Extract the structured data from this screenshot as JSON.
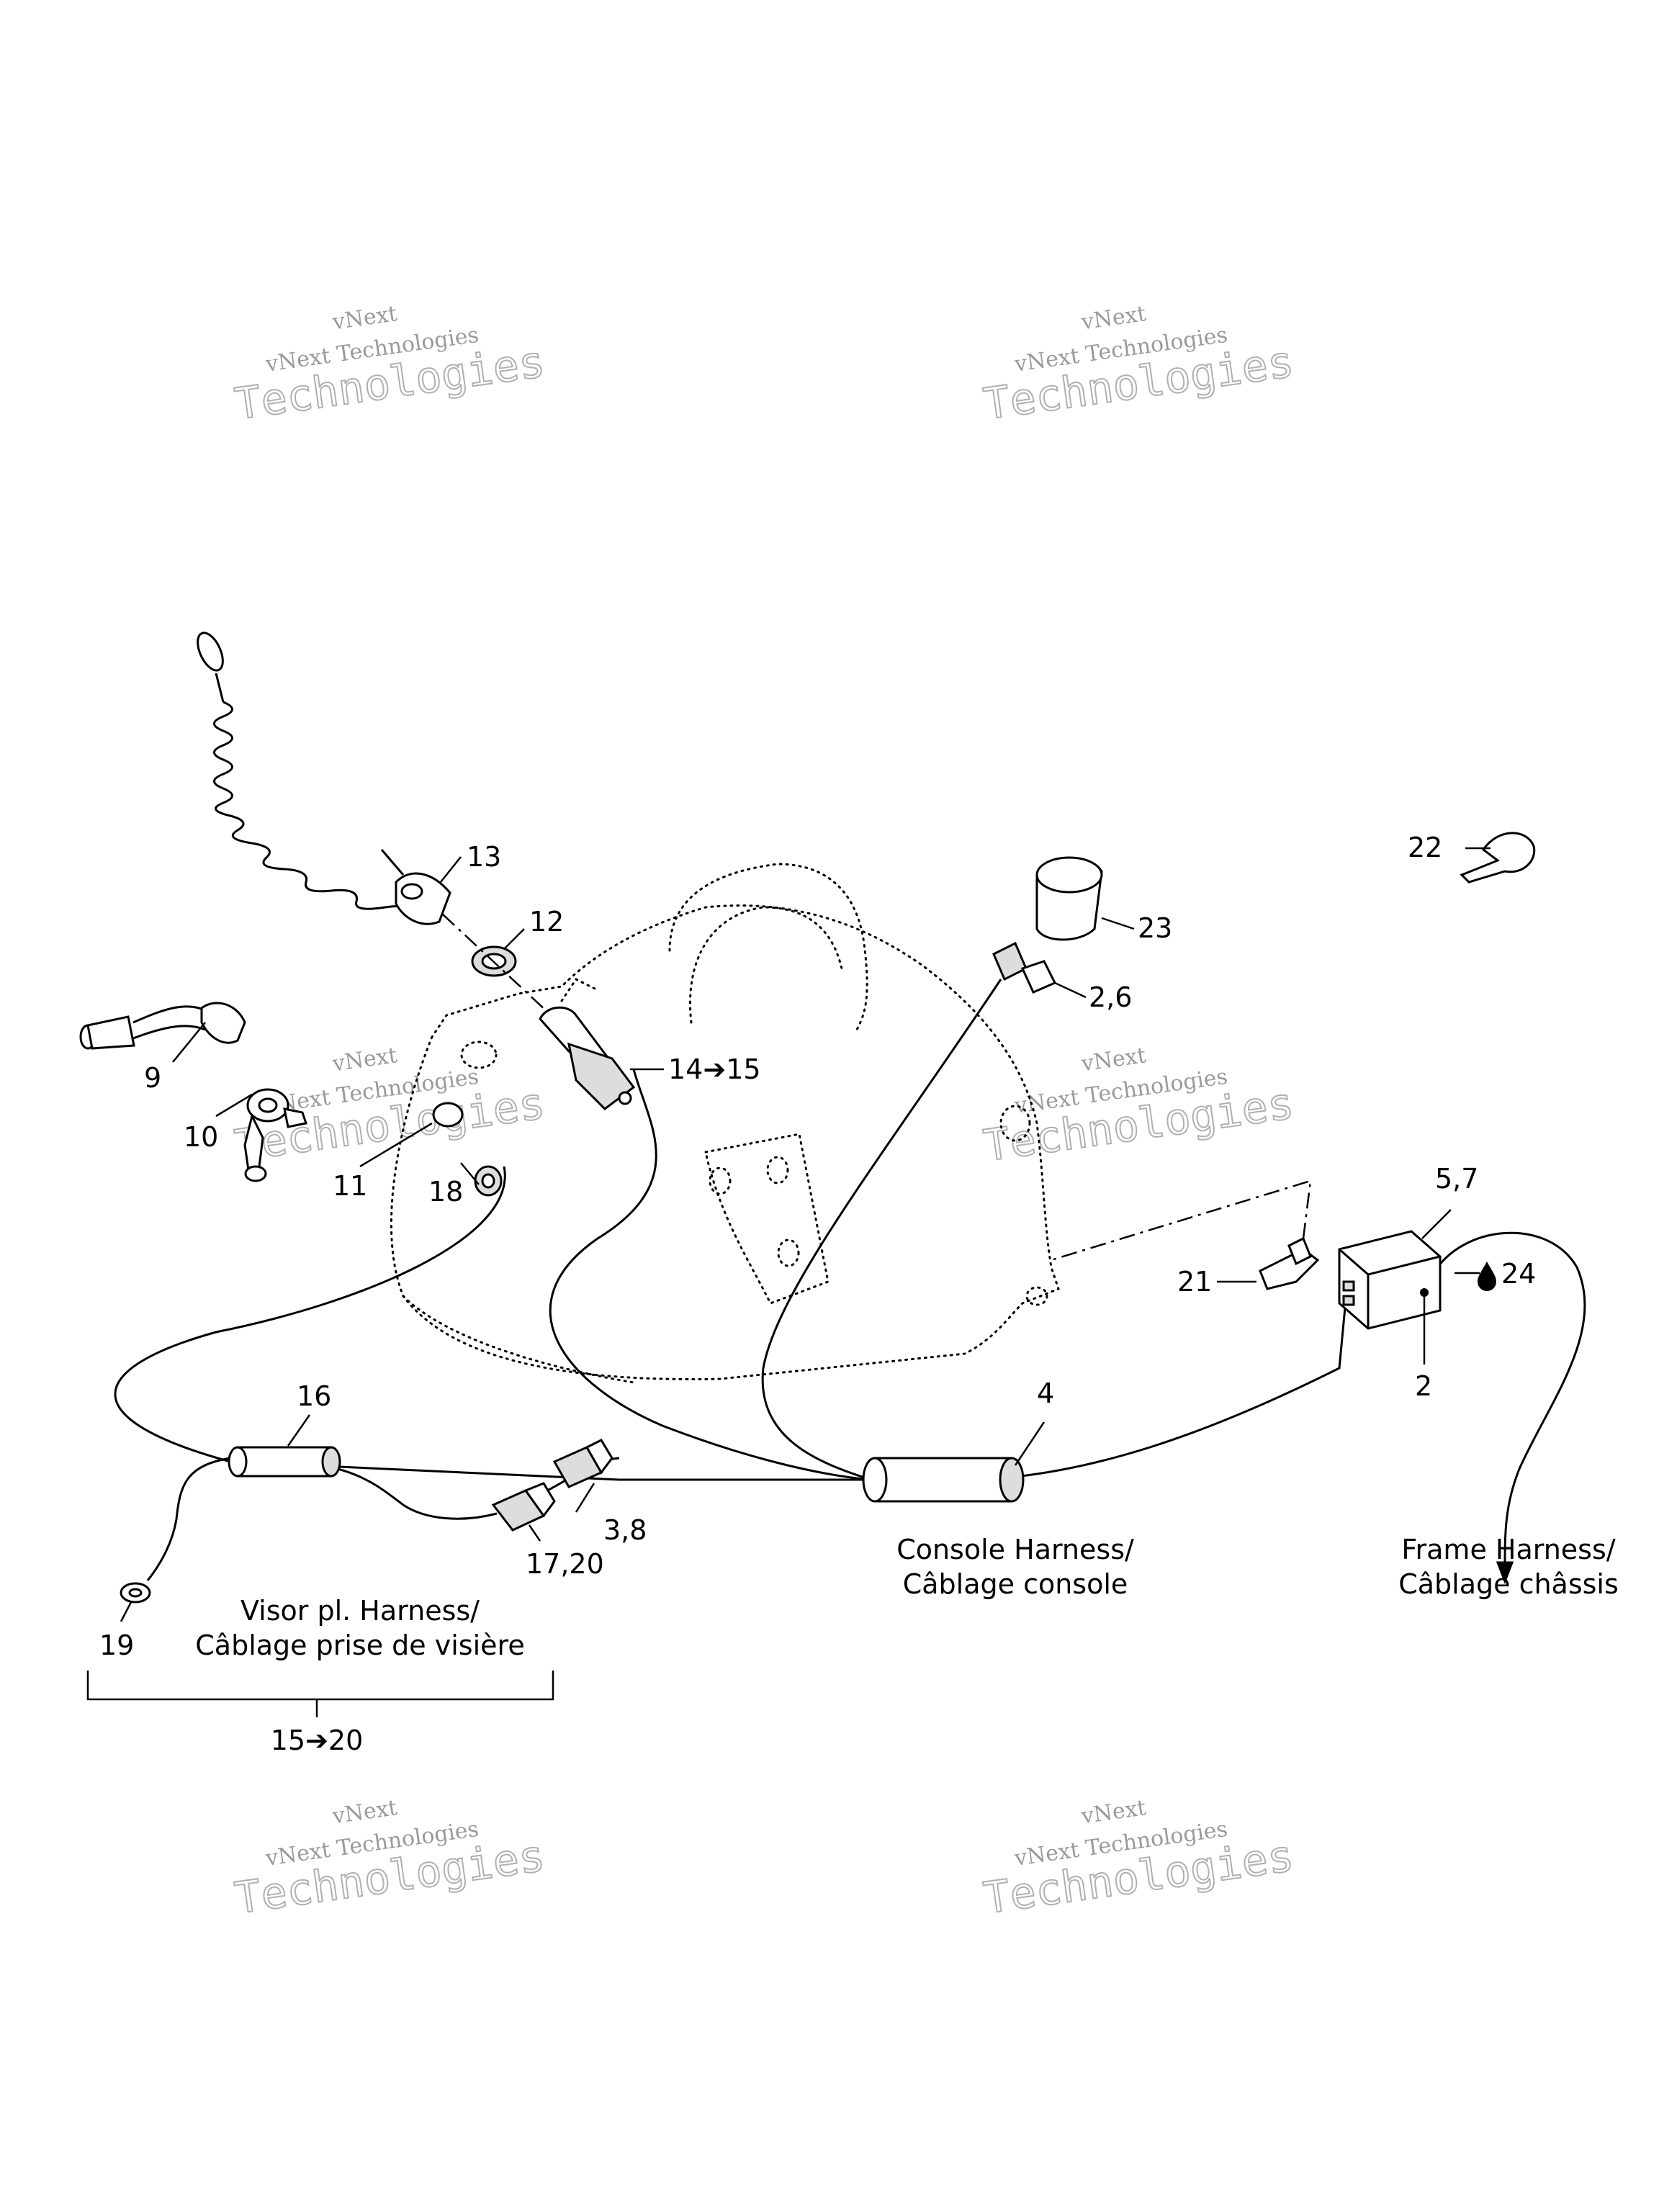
{
  "watermark": {
    "line1": "vNext",
    "line2": "vNext Technologies",
    "line3": "Technologies"
  },
  "callouts": {
    "c2": "2",
    "c2_6": "2,6",
    "c3_8": "3,8",
    "c4": "4",
    "c5_7": "5,7",
    "c9": "9",
    "c10": "10",
    "c11": "11",
    "c12": "12",
    "c13": "13",
    "c14_15": "14➔15",
    "c16": "16",
    "c17_20": "17,20",
    "c18": "18",
    "c19": "19",
    "c21": "21",
    "c22": "22",
    "c23": "23",
    "c24": "24",
    "range_15_20": "15➔20"
  },
  "captions": {
    "visor_line1": "Visor pl. Harness/",
    "visor_line2": "Câblage prise de visière",
    "console_line1": "Console Harness/",
    "console_line2": "Câblage console",
    "frame_line1": "Frame Harness/",
    "frame_line2": "Câblage châssis"
  },
  "icons": {
    "fluid": "drop-icon",
    "arrow": "arrow-right-icon"
  }
}
